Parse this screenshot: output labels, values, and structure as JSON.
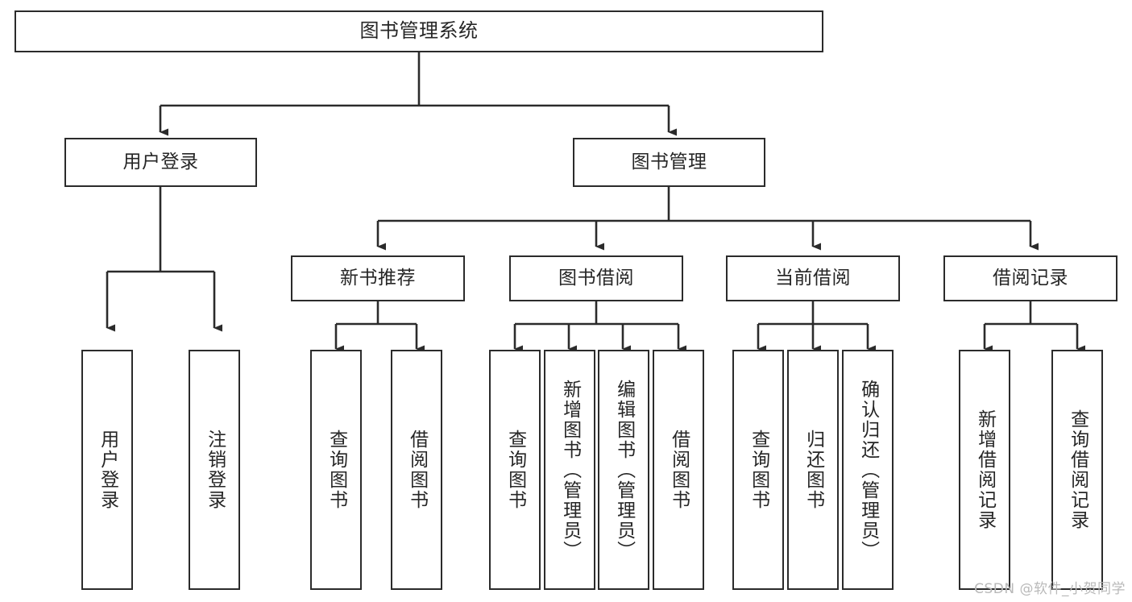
{
  "diagram": {
    "title": "图书管理系统",
    "type": "tree",
    "watermark": "CSDN @软件_小贺同学",
    "colors": {
      "box_border": "#2b2b2b",
      "box_fill": "#ffffff",
      "text": "#262626",
      "edge": "#2b2b2b",
      "watermark": "#b9b9b9",
      "background": "#ffffff"
    },
    "nodes": {
      "root": {
        "label": "图书管理系统",
        "orientation": "horizontal",
        "level": 0
      },
      "user_login": {
        "label": "用户登录",
        "orientation": "horizontal",
        "level": 1
      },
      "book_manage": {
        "label": "图书管理",
        "orientation": "horizontal",
        "level": 1
      },
      "new_book_rec": {
        "label": "新书推荐",
        "orientation": "horizontal",
        "level": 2
      },
      "book_borrow": {
        "label": "图书借阅",
        "orientation": "horizontal",
        "level": 2
      },
      "current_borrow": {
        "label": "当前借阅",
        "orientation": "horizontal",
        "level": 2
      },
      "borrow_record": {
        "label": "借阅记录",
        "orientation": "horizontal",
        "level": 2
      },
      "leaf_user_login": {
        "label": "用户登录",
        "orientation": "vertical",
        "level": 2
      },
      "leaf_logout": {
        "label": "注销登录",
        "orientation": "vertical",
        "level": 2
      },
      "leaf_query_book_1": {
        "label": "查询图书",
        "orientation": "vertical",
        "level": 3
      },
      "leaf_borrow_book_1": {
        "label": "借阅图书",
        "orientation": "vertical",
        "level": 3
      },
      "leaf_query_book_2": {
        "label": "查询图书",
        "orientation": "vertical",
        "level": 3
      },
      "leaf_add_book": {
        "label": "新增图书（管理员）",
        "orientation": "vertical",
        "level": 3
      },
      "leaf_edit_book": {
        "label": "编辑图书（管理员）",
        "orientation": "vertical",
        "level": 3
      },
      "leaf_borrow_book_2": {
        "label": "借阅图书",
        "orientation": "vertical",
        "level": 3
      },
      "leaf_query_book_3": {
        "label": "查询图书",
        "orientation": "vertical",
        "level": 3
      },
      "leaf_return_book": {
        "label": "归还图书",
        "orientation": "vertical",
        "level": 3
      },
      "leaf_confirm_return": {
        "label": "确认归还（管理员）",
        "orientation": "vertical",
        "level": 3
      },
      "leaf_add_record": {
        "label": "新增借阅记录",
        "orientation": "vertical",
        "level": 3
      },
      "leaf_query_record": {
        "label": "查询借阅记录",
        "orientation": "vertical",
        "level": 3
      }
    },
    "edges": [
      {
        "from": "root",
        "to": "user_login"
      },
      {
        "from": "root",
        "to": "book_manage"
      },
      {
        "from": "user_login",
        "to": "leaf_user_login"
      },
      {
        "from": "user_login",
        "to": "leaf_logout"
      },
      {
        "from": "book_manage",
        "to": "new_book_rec"
      },
      {
        "from": "book_manage",
        "to": "book_borrow"
      },
      {
        "from": "book_manage",
        "to": "current_borrow"
      },
      {
        "from": "book_manage",
        "to": "borrow_record"
      },
      {
        "from": "new_book_rec",
        "to": "leaf_query_book_1"
      },
      {
        "from": "new_book_rec",
        "to": "leaf_borrow_book_1"
      },
      {
        "from": "book_borrow",
        "to": "leaf_query_book_2"
      },
      {
        "from": "book_borrow",
        "to": "leaf_add_book"
      },
      {
        "from": "book_borrow",
        "to": "leaf_edit_book"
      },
      {
        "from": "book_borrow",
        "to": "leaf_borrow_book_2"
      },
      {
        "from": "current_borrow",
        "to": "leaf_query_book_3"
      },
      {
        "from": "current_borrow",
        "to": "leaf_return_book"
      },
      {
        "from": "current_borrow",
        "to": "leaf_confirm_return"
      },
      {
        "from": "borrow_record",
        "to": "leaf_add_record"
      },
      {
        "from": "borrow_record",
        "to": "leaf_query_record"
      }
    ]
  }
}
